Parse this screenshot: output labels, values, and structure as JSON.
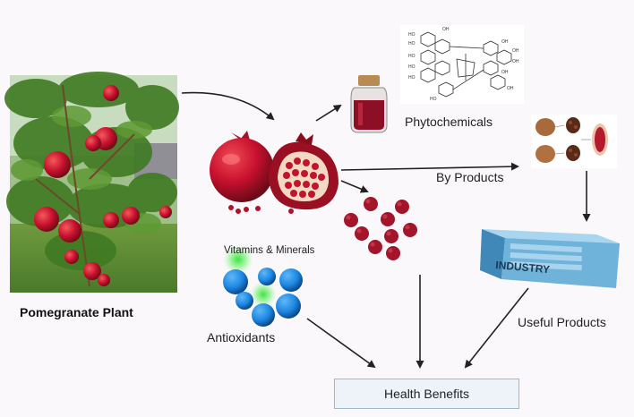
{
  "labels": {
    "plant": "Pomegranate Plant",
    "phytochemicals": "Phytochemicals",
    "by_products": "By Products",
    "vitamins": "Vitamins & Minerals",
    "antioxidants": "Antioxidants",
    "useful_products": "Useful Products",
    "health_benefits": "Health Benefits",
    "industry": "INDUSTRY"
  },
  "colors": {
    "fruit_red": "#c8102e",
    "aril_red": "#a2152a",
    "industry_blue": "#6fb3da",
    "antioxidant_blue": "#1e88e5",
    "antioxidant_green": "#39e639",
    "health_box_bg": "#edf3f9"
  },
  "icons": [
    "pomegranate-tree-photo",
    "pomegranate-fruit",
    "juice-bottle",
    "chemical-structure",
    "by-products-photo",
    "industry-building",
    "aril-seeds",
    "antioxidant-molecules"
  ]
}
